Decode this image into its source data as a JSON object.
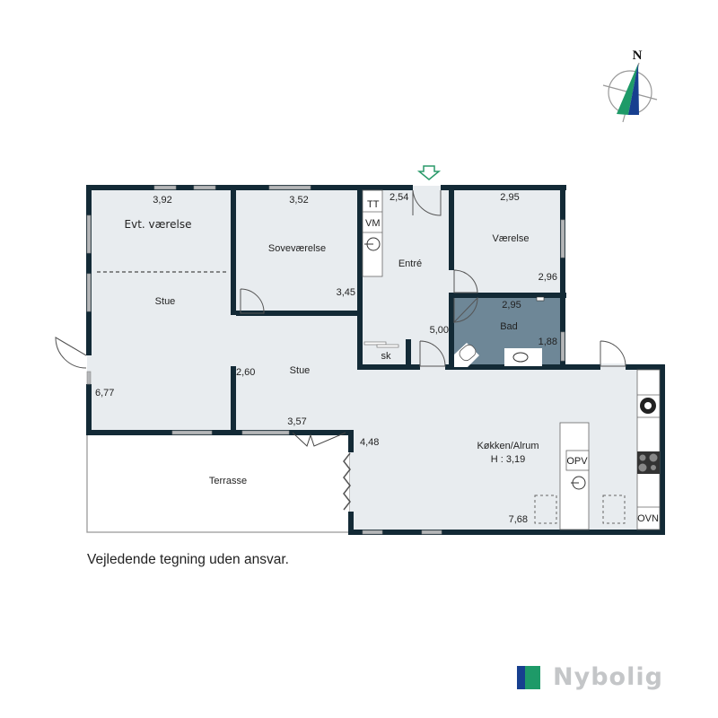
{
  "compass": {
    "label": "N",
    "colors": {
      "green": "#1e9a68",
      "blue": "#173f8f",
      "ring": "#999999"
    }
  },
  "entry_arrow": {
    "color": "#2a9a6a"
  },
  "colors": {
    "wall": "#132a36",
    "floor": "#e8ecef",
    "bath_floor": "#6e8797",
    "window": "#b5b7b9",
    "terrace_border": "#9a9a9a"
  },
  "rooms": {
    "evt_vaerelse": {
      "name": "Evt. værelse",
      "dim_top": "3,92"
    },
    "stue_left": {
      "name": "Stue",
      "dim_side": "6,77"
    },
    "sovevaerelse": {
      "name": "Soveværelse",
      "dim_top": "3,52",
      "dim_side": "3,45"
    },
    "entre": {
      "name": "Entré",
      "dim_top": "2,54",
      "dim_side": "5,00",
      "fixtures": [
        "TT",
        "VM"
      ]
    },
    "vaerelse": {
      "name": "Værelse",
      "dim_top": "2,95",
      "dim_side": "2,96"
    },
    "bad": {
      "name": "Bad",
      "dim_top": "2,95",
      "dim_side": "1,88"
    },
    "skab": {
      "name": "sk"
    },
    "stue_mid": {
      "name": "Stue",
      "dim_side": "2,60",
      "dim_bottom": "3,57"
    },
    "kokken": {
      "name": "Køkken/Alrum",
      "height": "H : 3,19",
      "dim_side": "4,48",
      "dim_bottom": "7,68",
      "fixtures": [
        "OPV",
        "OVN"
      ]
    },
    "terrasse": {
      "name": "Terrasse"
    }
  },
  "footer": {
    "disclaimer": "Vejledende tegning uden ansvar.",
    "brand": "Nybolig",
    "brand_colors": {
      "blue": "#173f8f",
      "green": "#1e9a68",
      "text": "#c4c6c8"
    }
  }
}
